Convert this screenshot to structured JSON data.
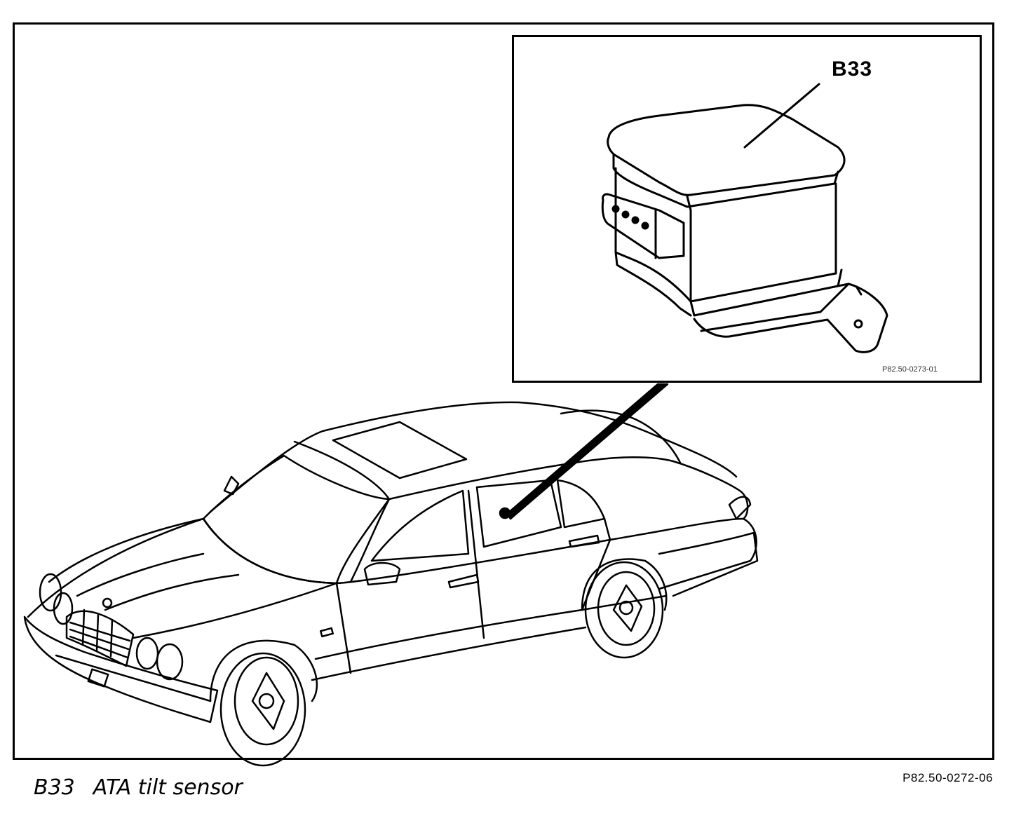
{
  "inset": {
    "label": "B33",
    "code": "P82.50-0273-01"
  },
  "caption": {
    "code": "B33",
    "text": "ATA tilt sensor"
  },
  "figure_ref": "P82.50-0272-06"
}
